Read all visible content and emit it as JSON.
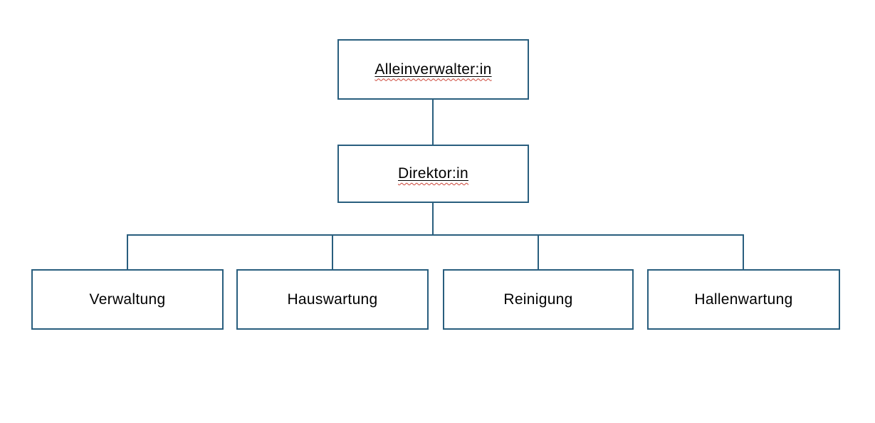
{
  "diagram": {
    "type": "org-chart",
    "colors": {
      "background": "#ffffff",
      "node_border": "#295e7e",
      "connector": "#295e7e",
      "text": "#000000",
      "spellcheck_underline": "#cb4335"
    },
    "nodes": [
      {
        "id": "alleinverwalter",
        "label": "Alleinverwalter:in",
        "level": 1,
        "parent": null,
        "underlined": true,
        "spellcheck_squiggle": true
      },
      {
        "id": "direktor",
        "label": "Direktor:in",
        "level": 2,
        "parent": "alleinverwalter",
        "underlined": true,
        "spellcheck_squiggle": true
      },
      {
        "id": "verwaltung",
        "label": "Verwaltung",
        "level": 3,
        "parent": "direktor",
        "underlined": false,
        "spellcheck_squiggle": false
      },
      {
        "id": "hauswartung",
        "label": "Hauswartung",
        "level": 3,
        "parent": "direktor",
        "underlined": false,
        "spellcheck_squiggle": false
      },
      {
        "id": "reinigung",
        "label": "Reinigung",
        "level": 3,
        "parent": "direktor",
        "underlined": false,
        "spellcheck_squiggle": false
      },
      {
        "id": "hallenwartung",
        "label": "Hallenwartung",
        "level": 3,
        "parent": "direktor",
        "underlined": false,
        "spellcheck_squiggle": false
      }
    ]
  }
}
